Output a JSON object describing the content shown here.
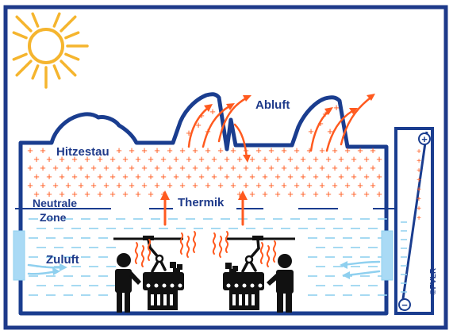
{
  "labels": {
    "hitzestau": "Hitzestau",
    "abluft": "Abluft",
    "neutrale_zone_line1": "Neutrale",
    "neutrale_zone_line2": "Zone",
    "thermik": "Thermik",
    "zuluft": "Zuluft"
  },
  "gauge": {
    "plus_symbol": "+",
    "minus_symbol": "−"
  },
  "credit": "©FVLR",
  "colors": {
    "frame_blue": "#1e3a8a",
    "building_outline": "#1a3d8f",
    "heat_orange": "#ff5a1f",
    "sun_yellow": "#f5b52e",
    "cool_air": "#8fd0ef",
    "window_blue": "#a9daf5",
    "figure_black": "#111111"
  },
  "icons": [
    "sun-icon",
    "worker-icon",
    "machine-icon",
    "robot-arm-icon",
    "heat-wave-icon",
    "pressure-gauge-icon"
  ]
}
